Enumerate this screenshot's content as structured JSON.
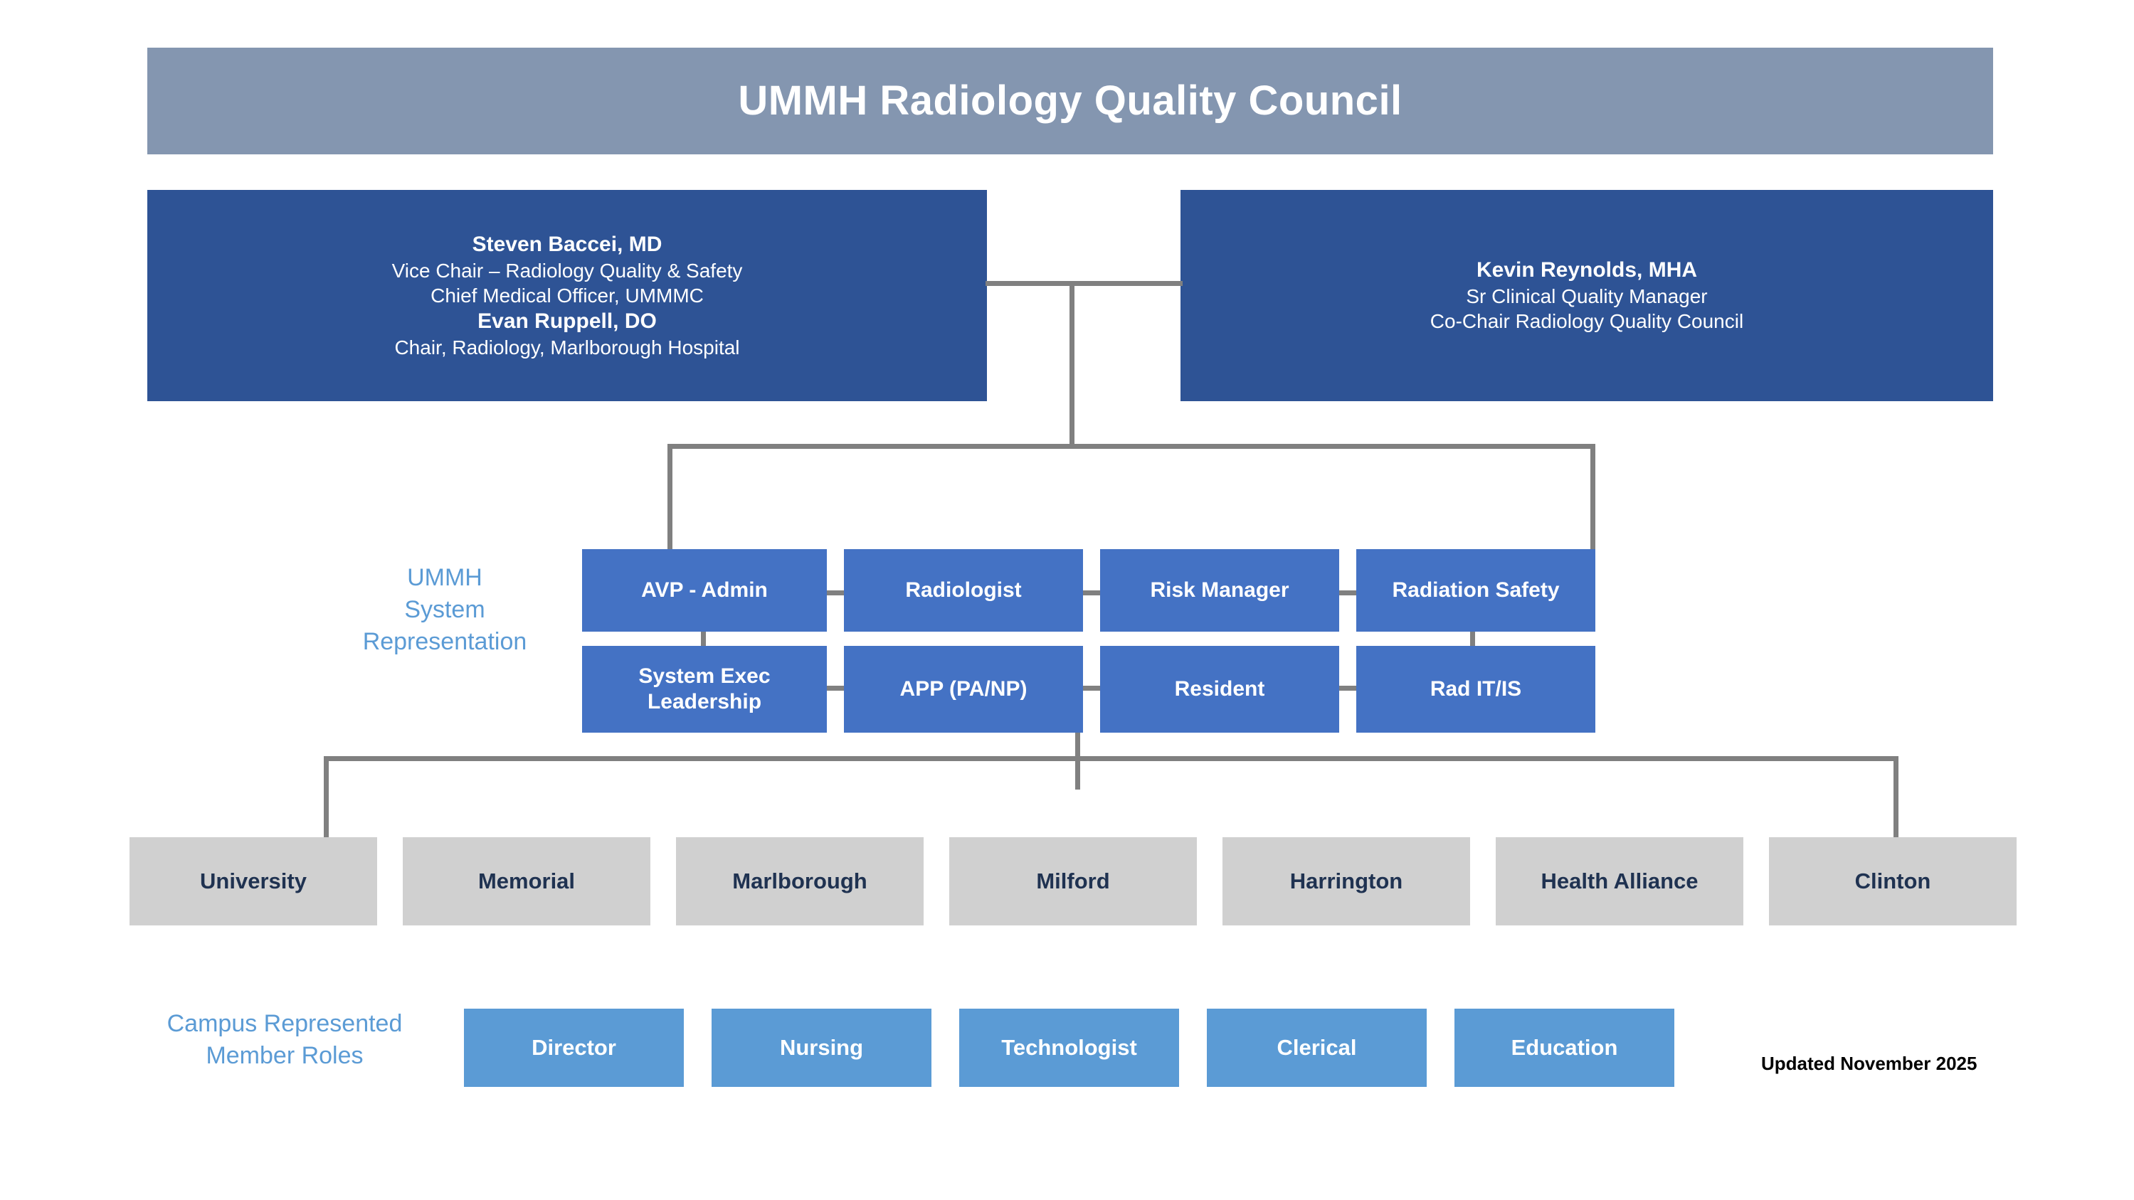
{
  "header": {
    "title": "UMMH Radiology Quality Council"
  },
  "leadership": {
    "left": {
      "lines": [
        {
          "text": "Steven Baccei, MD",
          "style": "name"
        },
        {
          "text": "Vice Chair – Radiology Quality & Safety",
          "style": "role"
        },
        {
          "text": "Chief Medical Officer, UMMMC",
          "style": "role"
        },
        {
          "text": "Evan Ruppell, DO",
          "style": "name"
        },
        {
          "text": "Chair, Radiology, Marlborough Hospital",
          "style": "role"
        }
      ]
    },
    "right": {
      "lines": [
        {
          "text": "Kevin Reynolds, MHA",
          "style": "name"
        },
        {
          "text": "Sr Clinical Quality Manager",
          "style": "role"
        },
        {
          "text": "Co-Chair Radiology Quality Council",
          "style": "role"
        }
      ]
    }
  },
  "system_representation": {
    "label_line1": "UMMH",
    "label_line2": "System",
    "label_line3": "Representation",
    "row1": [
      {
        "label": "AVP - Admin"
      },
      {
        "label": "Radiologist"
      },
      {
        "label": "Risk Manager"
      },
      {
        "label": "Radiation Safety"
      }
    ],
    "row2": [
      {
        "label": "System Exec Leadership"
      },
      {
        "label": "APP (PA/NP)"
      },
      {
        "label": "Resident"
      },
      {
        "label": "Rad IT/IS"
      }
    ]
  },
  "campuses": [
    {
      "label": "University"
    },
    {
      "label": "Memorial"
    },
    {
      "label": "Marlborough"
    },
    {
      "label": "Milford"
    },
    {
      "label": "Harrington"
    },
    {
      "label": "Health Alliance"
    },
    {
      "label": "Clinton"
    }
  ],
  "member_roles": {
    "label_line1": "Campus Represented",
    "label_line2": "Member Roles",
    "roles": [
      {
        "label": "Director"
      },
      {
        "label": "Nursing"
      },
      {
        "label": "Technologist"
      },
      {
        "label": "Clerical"
      },
      {
        "label": "Education"
      }
    ]
  },
  "footer": {
    "updated": "Updated November 2025"
  },
  "colors": {
    "header_band": "#8496B0",
    "leadership_box": "#2E5395",
    "system_box": "#4472C4",
    "campus_box": "#D0D0D0",
    "campus_text": "#1F3251",
    "role_box": "#5B9BD5",
    "connector": "#808080",
    "accent_label": "#5B9BD5"
  }
}
